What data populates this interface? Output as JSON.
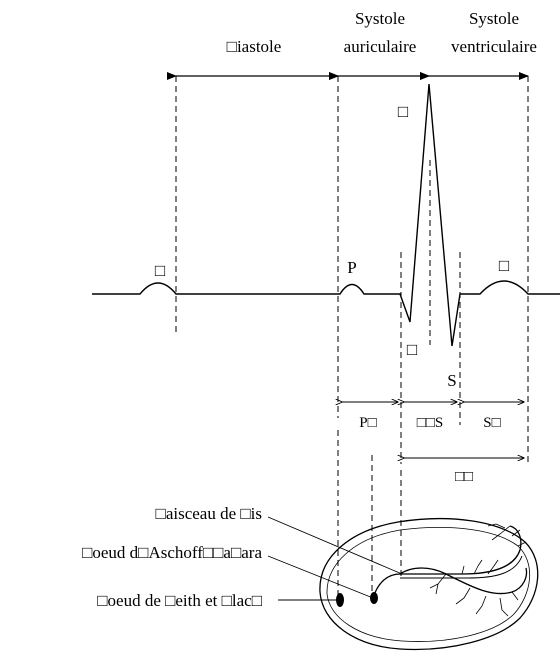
{
  "phases": {
    "diastole": "□iastole",
    "systole_auricular_1": "Systole",
    "systole_auricular_2": "auriculaire",
    "systole_ventricular_1": "Systole",
    "systole_ventricular_2": "ventriculaire"
  },
  "waves": {
    "u_left": "□",
    "p": "P",
    "r": "□",
    "q": "□",
    "s": "S",
    "t": "□"
  },
  "intervals": {
    "pq": "P□",
    "qrs": "□□S",
    "st": "S□",
    "qt": "□□"
  },
  "heart_labels": {
    "his": "□aisceau de □is",
    "aschoff": "□oeud d□Aschoff□□a□ara",
    "keith": "□oeud de □eith et □lac□"
  }
}
